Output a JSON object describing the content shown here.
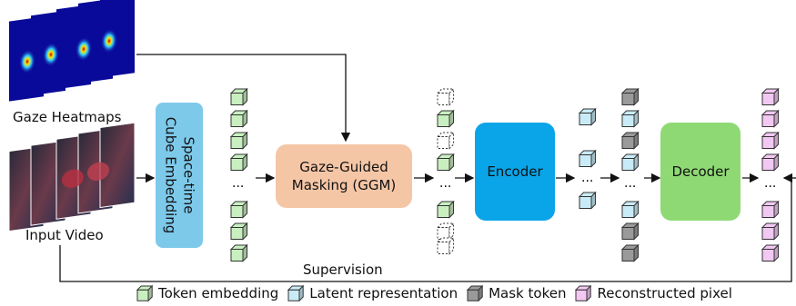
{
  "labels": {
    "gaze_heatmaps": "Gaze Heatmaps",
    "input_video": "Input Video",
    "cube_embedding": "Space-time\nCube Embedding",
    "ggm": "Gaze-Guided\nMasking (GGM)",
    "encoder": "Encoder",
    "decoder": "Decoder",
    "supervision": "Supervision",
    "ellipsis": "..."
  },
  "legend": [
    {
      "label": "Token embedding",
      "color": "#c9efc0"
    },
    {
      "label": "Latent representation",
      "color": "#c8ebf7"
    },
    {
      "label": "Mask token",
      "color": "#9a9a9a"
    },
    {
      "label": "Reconstructed pixel",
      "color": "#f2c8f2"
    }
  ],
  "colors": {
    "cube_embedding": "#7dc9ea",
    "ggm": "#f5c6a6",
    "encoder": "#0aa5e8",
    "decoder": "#8ed974",
    "token": "#c9efc0",
    "latent": "#c8ebf7",
    "mask": "#9a9a9a",
    "recon": "#f2c8f2"
  }
}
